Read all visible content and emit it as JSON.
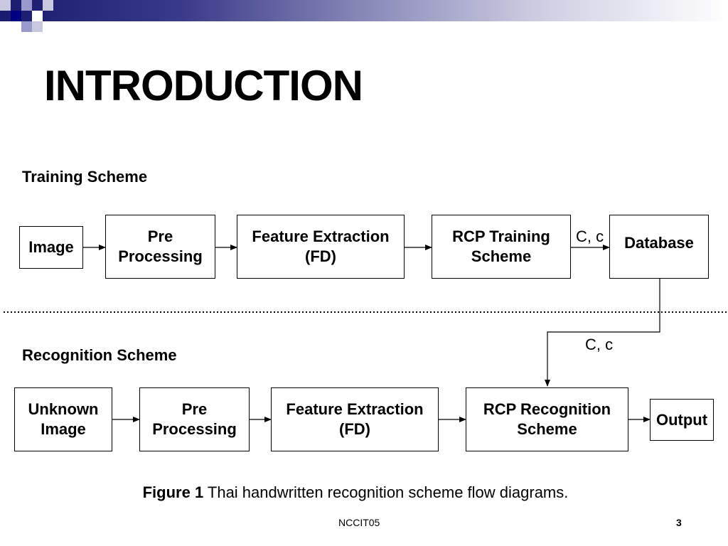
{
  "title": "INTRODUCTION",
  "training": {
    "label": "Training Scheme",
    "nodes": [
      {
        "id": "image",
        "text": "Image"
      },
      {
        "id": "pre",
        "text": "Pre\nProcessing"
      },
      {
        "id": "fe",
        "text": "Feature Extraction\n(FD)"
      },
      {
        "id": "rcp",
        "text": "RCP Training\nScheme"
      },
      {
        "id": "db",
        "text": "Database"
      }
    ],
    "edge_label": "C, c"
  },
  "recognition": {
    "label": "Recognition Scheme",
    "nodes": [
      {
        "id": "unknown",
        "text": "Unknown\nImage"
      },
      {
        "id": "pre",
        "text": "Pre\nProcessing"
      },
      {
        "id": "fe",
        "text": "Feature Extraction\n(FD)"
      },
      {
        "id": "rcp",
        "text": "RCP Recognition\nScheme"
      },
      {
        "id": "out",
        "text": "Output"
      }
    ]
  },
  "database_edge_label": "C, c",
  "caption": {
    "prefix": "Figure 1",
    "text": " Thai handwritten recognition scheme flow diagrams."
  },
  "footer": {
    "center": "NCCIT05",
    "page": "3"
  },
  "colors": {
    "band_dark": "#1a1a6e",
    "square_dark": "#000080",
    "square_light": "#9999cc"
  }
}
